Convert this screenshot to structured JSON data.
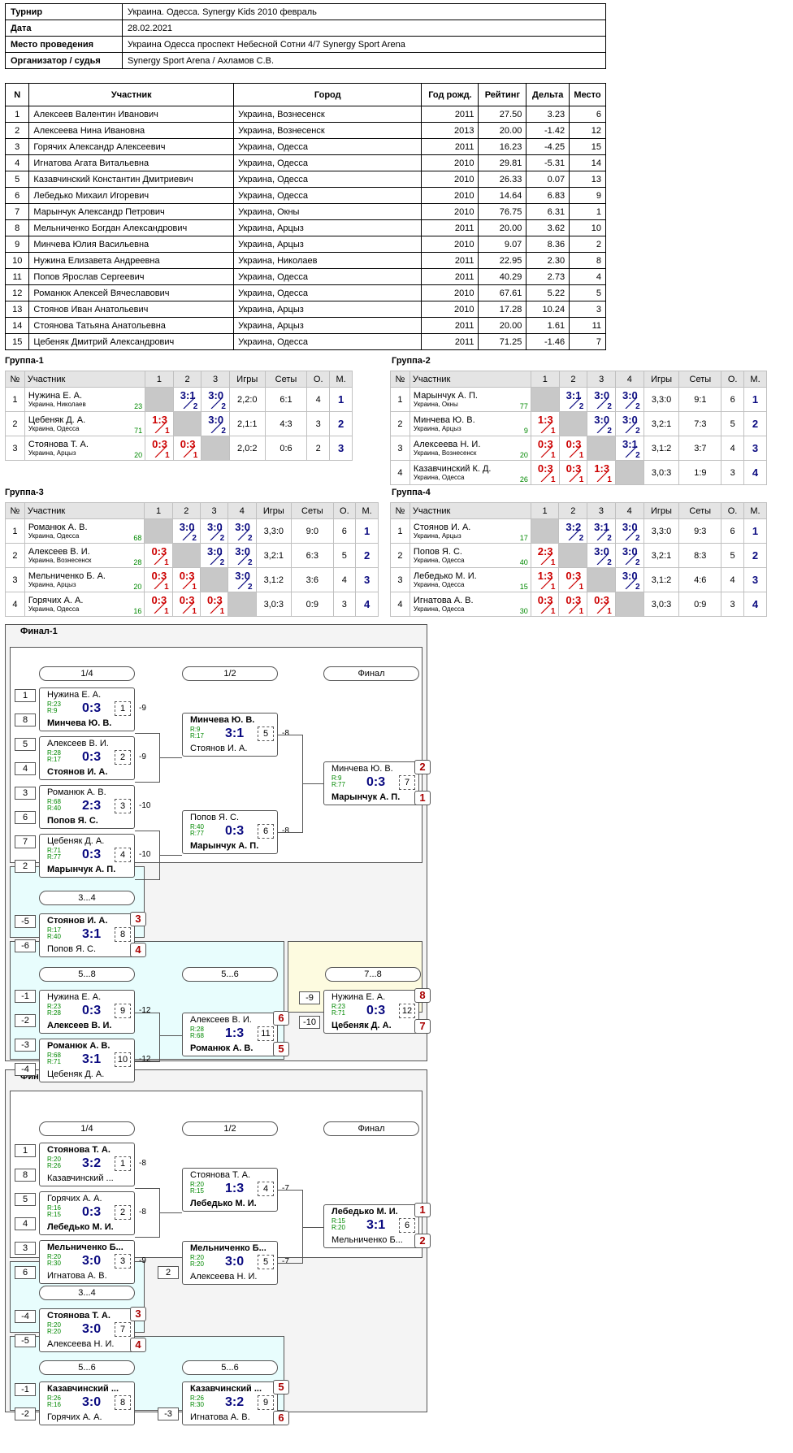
{
  "info": [
    {
      "k": "Турнир",
      "v": "Украина. Одесса. Synergy Kids 2010 февраль"
    },
    {
      "k": "Дата",
      "v": "28.02.2021"
    },
    {
      "k": "Место проведения",
      "v": "Украина Одесса проспект Небесной Сотни 4/7 Synergy Sport Arena"
    },
    {
      "k": "Организатор / судья",
      "v": "Synergy Sport Arena / Ахламов С.В."
    }
  ],
  "participants": {
    "headers": [
      "N",
      "Участник",
      "Город",
      "Год рожд.",
      "Рейтинг",
      "Дельта",
      "Место"
    ],
    "rows": [
      [
        "1",
        "Алексеев Валентин Иванович",
        "Украина, Вознесенск",
        "2011",
        "27.50",
        "3.23",
        "6"
      ],
      [
        "2",
        "Алексеева Нина Ивановна",
        "Украина, Вознесенск",
        "2013",
        "20.00",
        "-1.42",
        "12"
      ],
      [
        "3",
        "Горячих Александр Алексеевич",
        "Украина, Одесса",
        "2011",
        "16.23",
        "-4.25",
        "15"
      ],
      [
        "4",
        "Игнатова Агата Витальевна",
        "Украина, Одесса",
        "2010",
        "29.81",
        "-5.31",
        "14"
      ],
      [
        "5",
        "Казавчинский Константин Дмитриевич",
        "Украина, Одесса",
        "2010",
        "26.33",
        "0.07",
        "13"
      ],
      [
        "6",
        "Лебедько Михаил Игоревич",
        "Украина, Одесса",
        "2010",
        "14.64",
        "6.83",
        "9"
      ],
      [
        "7",
        "Марынчук Александр Петрович",
        "Украина, Окны",
        "2010",
        "76.75",
        "6.31",
        "1"
      ],
      [
        "8",
        "Мельниченко Богдан Александрович",
        "Украина, Арцыз",
        "2011",
        "20.00",
        "3.62",
        "10"
      ],
      [
        "9",
        "Минчева Юлия Васильевна",
        "Украина, Арцыз",
        "2010",
        "9.07",
        "8.36",
        "2"
      ],
      [
        "10",
        "Нужина Елизавета Андреевна",
        "Украина, Николаев",
        "2011",
        "22.95",
        "2.30",
        "8"
      ],
      [
        "11",
        "Попов Ярослав Сергеевич",
        "Украина, Одесса",
        "2011",
        "40.29",
        "2.73",
        "4"
      ],
      [
        "12",
        "Романюк Алексей Вячеславович",
        "Украина, Одесса",
        "2010",
        "67.61",
        "5.22",
        "5"
      ],
      [
        "13",
        "Стоянов Иван Анатольевич",
        "Украина, Арцыз",
        "2010",
        "17.28",
        "10.24",
        "3"
      ],
      [
        "14",
        "Стоянова Татьяна Анатольевна",
        "Украина, Арцыз",
        "2011",
        "20.00",
        "1.61",
        "11"
      ],
      [
        "15",
        "Цебеняк Дмитрий Александрович",
        "Украина, Одесса",
        "2011",
        "71.25",
        "-1.46",
        "7"
      ]
    ]
  },
  "group_headers": {
    "no": "№",
    "participant": "Участник",
    "games": "Игры",
    "sets": "Сеты",
    "points": "О.",
    "place": "М."
  },
  "groups": [
    {
      "title": "Группа-1",
      "cols": [
        "1",
        "2",
        "3"
      ],
      "rows": [
        {
          "n": "1",
          "name": "Нужина Е. А.",
          "city": "Украина, Николаев",
          "r": "23",
          "cells": [
            null,
            {
              "s": "3:1",
              "t": "2",
              "w": true
            },
            {
              "s": "3:0",
              "t": "2",
              "w": true
            }
          ],
          "games": "2,2:0",
          "sets": "6:1",
          "pts": "4",
          "pl": "1"
        },
        {
          "n": "2",
          "name": "Цебеняк Д. А.",
          "city": "Украина, Одесса",
          "r": "71",
          "cells": [
            {
              "s": "1:3",
              "t": "1",
              "w": false
            },
            null,
            {
              "s": "3:0",
              "t": "2",
              "w": true
            }
          ],
          "games": "2,1:1",
          "sets": "4:3",
          "pts": "3",
          "pl": "2"
        },
        {
          "n": "3",
          "name": "Стоянова Т. А.",
          "city": "Украина, Арцыз",
          "r": "20",
          "cells": [
            {
              "s": "0:3",
              "t": "1",
              "w": false
            },
            {
              "s": "0:3",
              "t": "1",
              "w": false
            },
            null
          ],
          "games": "2,0:2",
          "sets": "0:6",
          "pts": "2",
          "pl": "3"
        }
      ]
    },
    {
      "title": "Группа-2",
      "cols": [
        "1",
        "2",
        "3",
        "4"
      ],
      "rows": [
        {
          "n": "1",
          "name": "Марынчук А. П.",
          "city": "Украина, Окны",
          "r": "77",
          "cells": [
            null,
            {
              "s": "3:1",
              "t": "2",
              "w": true
            },
            {
              "s": "3:0",
              "t": "2",
              "w": true
            },
            {
              "s": "3:0",
              "t": "2",
              "w": true
            }
          ],
          "games": "3,3:0",
          "sets": "9:1",
          "pts": "6",
          "pl": "1"
        },
        {
          "n": "2",
          "name": "Минчева Ю. В.",
          "city": "Украина, Арцыз",
          "r": "9",
          "cells": [
            {
              "s": "1:3",
              "t": "1",
              "w": false
            },
            null,
            {
              "s": "3:0",
              "t": "2",
              "w": true
            },
            {
              "s": "3:0",
              "t": "2",
              "w": true
            }
          ],
          "games": "3,2:1",
          "sets": "7:3",
          "pts": "5",
          "pl": "2"
        },
        {
          "n": "3",
          "name": "Алексеева Н. И.",
          "city": "Украина, Вознесенск",
          "r": "20",
          "cells": [
            {
              "s": "0:3",
              "t": "1",
              "w": false
            },
            {
              "s": "0:3",
              "t": "1",
              "w": false
            },
            null,
            {
              "s": "3:1",
              "t": "2",
              "w": true
            }
          ],
          "games": "3,1:2",
          "sets": "3:7",
          "pts": "4",
          "pl": "3"
        },
        {
          "n": "4",
          "name": "Казавчинский К. Д.",
          "city": "Украина, Одесса",
          "r": "26",
          "cells": [
            {
              "s": "0:3",
              "t": "1",
              "w": false
            },
            {
              "s": "0:3",
              "t": "1",
              "w": false
            },
            {
              "s": "1:3",
              "t": "1",
              "w": false
            },
            null
          ],
          "games": "3,0:3",
          "sets": "1:9",
          "pts": "3",
          "pl": "4"
        }
      ]
    },
    {
      "title": "Группа-3",
      "cols": [
        "1",
        "2",
        "3",
        "4"
      ],
      "rows": [
        {
          "n": "1",
          "name": "Романюк А. В.",
          "city": "Украина, Одесса",
          "r": "68",
          "cells": [
            null,
            {
              "s": "3:0",
              "t": "2",
              "w": true
            },
            {
              "s": "3:0",
              "t": "2",
              "w": true
            },
            {
              "s": "3:0",
              "t": "2",
              "w": true
            }
          ],
          "games": "3,3:0",
          "sets": "9:0",
          "pts": "6",
          "pl": "1"
        },
        {
          "n": "2",
          "name": "Алексеев В. И.",
          "city": "Украина, Вознесенск",
          "r": "28",
          "cells": [
            {
              "s": "0:3",
              "t": "1",
              "w": false
            },
            null,
            {
              "s": "3:0",
              "t": "2",
              "w": true
            },
            {
              "s": "3:0",
              "t": "2",
              "w": true
            }
          ],
          "games": "3,2:1",
          "sets": "6:3",
          "pts": "5",
          "pl": "2"
        },
        {
          "n": "3",
          "name": "Мельниченко Б. А.",
          "city": "Украина, Арцыз",
          "r": "20",
          "cells": [
            {
              "s": "0:3",
              "t": "1",
              "w": false
            },
            {
              "s": "0:3",
              "t": "1",
              "w": false
            },
            null,
            {
              "s": "3:0",
              "t": "2",
              "w": true
            }
          ],
          "games": "3,1:2",
          "sets": "3:6",
          "pts": "4",
          "pl": "3"
        },
        {
          "n": "4",
          "name": "Горячих А. А.",
          "city": "Украина, Одесса",
          "r": "16",
          "cells": [
            {
              "s": "0:3",
              "t": "1",
              "w": false
            },
            {
              "s": "0:3",
              "t": "1",
              "w": false
            },
            {
              "s": "0:3",
              "t": "1",
              "w": false
            },
            null
          ],
          "games": "3,0:3",
          "sets": "0:9",
          "pts": "3",
          "pl": "4"
        }
      ]
    },
    {
      "title": "Группа-4",
      "cols": [
        "1",
        "2",
        "3",
        "4"
      ],
      "rows": [
        {
          "n": "1",
          "name": "Стоянов И. А.",
          "city": "Украина, Арцыз",
          "r": "17",
          "cells": [
            null,
            {
              "s": "3:2",
              "t": "2",
              "w": true
            },
            {
              "s": "3:1",
              "t": "2",
              "w": true
            },
            {
              "s": "3:0",
              "t": "2",
              "w": true
            }
          ],
          "games": "3,3:0",
          "sets": "9:3",
          "pts": "6",
          "pl": "1"
        },
        {
          "n": "2",
          "name": "Попов Я. С.",
          "city": "Украина, Одесса",
          "r": "40",
          "cells": [
            {
              "s": "2:3",
              "t": "1",
              "w": false
            },
            null,
            {
              "s": "3:0",
              "t": "2",
              "w": true
            },
            {
              "s": "3:0",
              "t": "2",
              "w": true
            }
          ],
          "games": "3,2:1",
          "sets": "8:3",
          "pts": "5",
          "pl": "2"
        },
        {
          "n": "3",
          "name": "Лебедько М. И.",
          "city": "Украина, Одесса",
          "r": "15",
          "cells": [
            {
              "s": "1:3",
              "t": "1",
              "w": false
            },
            {
              "s": "0:3",
              "t": "1",
              "w": false
            },
            null,
            {
              "s": "3:0",
              "t": "2",
              "w": true
            }
          ],
          "games": "3,1:2",
          "sets": "4:6",
          "pts": "4",
          "pl": "3"
        },
        {
          "n": "4",
          "name": "Игнатова А. В.",
          "city": "Украина, Одесса",
          "r": "30",
          "cells": [
            {
              "s": "0:3",
              "t": "1",
              "w": false
            },
            {
              "s": "0:3",
              "t": "1",
              "w": false
            },
            {
              "s": "0:3",
              "t": "1",
              "w": false
            },
            null
          ],
          "games": "3,0:3",
          "sets": "0:9",
          "pts": "3",
          "pl": "4"
        }
      ]
    }
  ],
  "finals": [
    {
      "title": "Финал-1",
      "labels": [
        "1/4",
        "1/2",
        "Финал",
        "3...4",
        "5...8",
        "5...6",
        "7...8"
      ],
      "seeds": [
        "1",
        "8",
        "5",
        "4",
        "3",
        "6",
        "7",
        "2",
        "-5",
        "-6",
        "-1",
        "-2",
        "-3",
        "-4",
        "-9",
        "-10"
      ],
      "matches": [
        {
          "p1": "Нужина Е. А.",
          "p1b": false,
          "r1": "R:23",
          "r2": "R:9",
          "p2": "Минчева Ю. В.",
          "p2b": true,
          "sc": "0:3",
          "mn": "1",
          "to": "-9"
        },
        {
          "p1": "Алексеев В. И.",
          "p1b": false,
          "r1": "R:28",
          "r2": "R:17",
          "p2": "Стоянов И. А.",
          "p2b": true,
          "sc": "0:3",
          "mn": "2",
          "to": "-9"
        },
        {
          "p1": "Романюк А. В.",
          "p1b": false,
          "r1": "R:68",
          "r2": "R:40",
          "p2": "Попов Я. С.",
          "p2b": true,
          "sc": "2:3",
          "mn": "3",
          "to": "-10"
        },
        {
          "p1": "Цебеняк Д. А.",
          "p1b": false,
          "r1": "R:71",
          "r2": "R:77",
          "p2": "Марынчук А. П.",
          "p2b": true,
          "sc": "0:3",
          "mn": "4",
          "to": "-10"
        },
        {
          "p1": "Минчева Ю. В.",
          "p1b": true,
          "r1": "R:9",
          "r2": "R:17",
          "p2": "Стоянов И. А.",
          "p2b": false,
          "sc": "3:1",
          "mn": "5",
          "to": "-8"
        },
        {
          "p1": "Попов Я. С.",
          "p1b": false,
          "r1": "R:40",
          "r2": "R:77",
          "p2": "Марынчук А. П.",
          "p2b": true,
          "sc": "0:3",
          "mn": "6",
          "to": "-8"
        },
        {
          "p1": "Минчева Ю. В.",
          "p1b": false,
          "r1": "R:9",
          "r2": "R:77",
          "p2": "Марынчук А. П.",
          "p2b": true,
          "sc": "0:3",
          "mn": "7",
          "pl1": "2",
          "pl2": "1"
        },
        {
          "p1": "Стоянов И. А.",
          "p1b": true,
          "r1": "R:17",
          "r2": "R:40",
          "p2": "Попов Я. С.",
          "p2b": false,
          "sc": "3:1",
          "mn": "8",
          "pl1": "3",
          "pl2": "4"
        },
        {
          "p1": "Нужина Е. А.",
          "p1b": false,
          "r1": "R:23",
          "r2": "R:28",
          "p2": "Алексеев В. И.",
          "p2b": true,
          "sc": "0:3",
          "mn": "9",
          "to": "-12"
        },
        {
          "p1": "Романюк А. В.",
          "p1b": true,
          "r1": "R:68",
          "r2": "R:71",
          "p2": "Цебеняк Д. А.",
          "p2b": false,
          "sc": "3:1",
          "mn": "10",
          "to": "-12"
        },
        {
          "p1": "Алексеев В. И.",
          "p1b": false,
          "r1": "R:28",
          "r2": "R:68",
          "p2": "Романюк А. В.",
          "p2b": true,
          "sc": "1:3",
          "mn": "11",
          "pl1": "6",
          "pl2": "5"
        },
        {
          "p1": "Нужина Е. А.",
          "p1b": false,
          "r1": "R:23",
          "r2": "R:71",
          "p2": "Цебеняк Д. А.",
          "p2b": true,
          "sc": "0:3",
          "mn": "12",
          "pl1": "8",
          "pl2": "7"
        }
      ]
    },
    {
      "title": "Финал-2",
      "labels": [
        "1/4",
        "1/2",
        "Финал",
        "3...4",
        "5...6",
        "5...6"
      ],
      "seeds": [
        "1",
        "8",
        "5",
        "4",
        "3",
        "6",
        "2",
        "-4",
        "-5",
        "-1",
        "-2",
        "-3"
      ],
      "matches": [
        {
          "p1": "Стоянова Т. А.",
          "p1b": true,
          "r1": "R:20",
          "r2": "R:26",
          "p2": "Казавчинский ...",
          "p2b": false,
          "sc": "3:2",
          "mn": "1",
          "to": "-8"
        },
        {
          "p1": "Горячих А. А.",
          "p1b": false,
          "r1": "R:16",
          "r2": "R:15",
          "p2": "Лебедько М. И.",
          "p2b": true,
          "sc": "0:3",
          "mn": "2",
          "to": "-8"
        },
        {
          "p1": "Мельниченко Б...",
          "p1b": true,
          "r1": "R:20",
          "r2": "R:30",
          "p2": "Игнатова А. В.",
          "p2b": false,
          "sc": "3:0",
          "mn": "3",
          "to": "-9"
        },
        {
          "p1": "Стоянова Т. А.",
          "p1b": false,
          "r1": "R:20",
          "r2": "R:15",
          "p2": "Лебедько М. И.",
          "p2b": true,
          "sc": "1:3",
          "mn": "4",
          "to": "-7"
        },
        {
          "p1": "Мельниченко Б...",
          "p1b": true,
          "r1": "R:20",
          "r2": "R:20",
          "p2": "Алексеева Н. И.",
          "p2b": false,
          "sc": "3:0",
          "mn": "5",
          "to": "-7"
        },
        {
          "p1": "Лебедько М. И.",
          "p1b": true,
          "r1": "R:15",
          "r2": "R:20",
          "p2": "Мельниченко Б...",
          "p2b": false,
          "sc": "3:1",
          "mn": "6",
          "pl1": "1",
          "pl2": "2"
        },
        {
          "p1": "Стоянова Т. А.",
          "p1b": true,
          "r1": "R:20",
          "r2": "R:20",
          "p2": "Алексеева Н. И.",
          "p2b": false,
          "sc": "3:0",
          "mn": "7",
          "pl1": "3",
          "pl2": "4"
        },
        {
          "p1": "Казавчинский ...",
          "p1b": true,
          "r1": "R:26",
          "r2": "R:16",
          "p2": "Горячих А. А.",
          "p2b": false,
          "sc": "3:0",
          "mn": "8"
        },
        {
          "p1": "Казавчинский ...",
          "p1b": true,
          "r1": "R:26",
          "r2": "R:30",
          "p2": "Игнатова А. В.",
          "p2b": false,
          "sc": "3:2",
          "mn": "9",
          "pl1": "5",
          "pl2": "6"
        }
      ]
    }
  ],
  "colors": {
    "win": "#0a0a80",
    "loss": "#cc0000",
    "rating": "#008800",
    "place": "#aa0000",
    "cyan_bg": "#e8fdfd",
    "yellow_bg": "#fdfbe0"
  }
}
